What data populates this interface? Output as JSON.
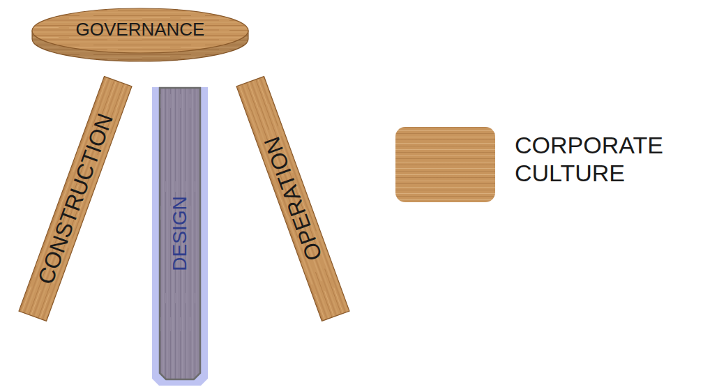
{
  "diagram": {
    "nodes": [
      {
        "text": [
          "GOVERNANCE"
        ]
      },
      {
        "text": [
          "CONSTRUCTION"
        ]
      },
      {
        "text": [
          "DESIGN"
        ]
      },
      {
        "text": [
          "OPERATION"
        ]
      }
    ],
    "legend": [
      {
        "text": "CORPORATE CULTURE",
        "color": "#c8955d"
      }
    ]
  }
}
